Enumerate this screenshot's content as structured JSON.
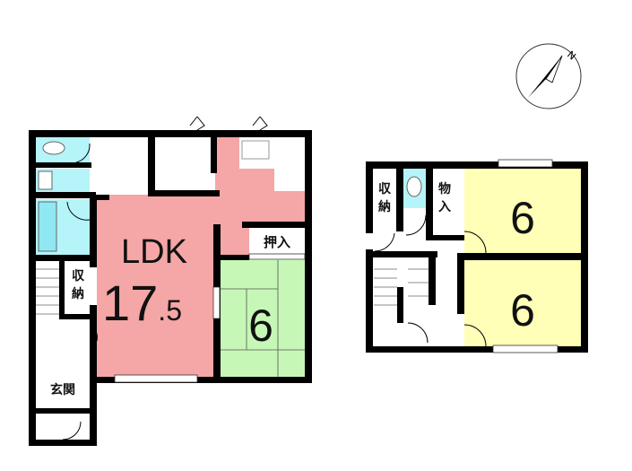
{
  "colors": {
    "ldk": "#f5a6a6",
    "washitsu": "#c6f7b6",
    "bedroom": "#ffffb8",
    "water": "#b5f4f8",
    "wall": "#000000"
  },
  "floor1": {
    "ldk_label": "LDK",
    "ldk_size_int": "17",
    "ldk_size_dec": ".5",
    "washitsu_size": "6",
    "oshiire": "押入",
    "storage_1": "収",
    "storage_2": "納",
    "genkan": "玄関"
  },
  "floor2": {
    "storage_1": "収",
    "storage_2": "納",
    "monoire_1": "物",
    "monoire_2": "入",
    "room1_size": "6",
    "room2_size": "6"
  },
  "compass": {
    "north": "N"
  }
}
